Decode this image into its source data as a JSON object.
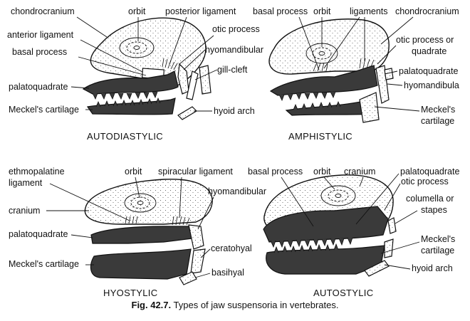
{
  "panels": {
    "autodiastylic": {
      "title": "AUTODIASTYLIC",
      "labels": {
        "chondrocranium": "chondrocranium",
        "orbit": "orbit",
        "posterior_ligament": "posterior ligament",
        "anterior_ligament": "anterior ligament",
        "otic_process": "otic process",
        "basal_process": "basal process",
        "hyomandibular": "hyomandibular",
        "gill_cleft": "gill-cleft",
        "palatoquadrate": "palatoquadrate",
        "meckels_cartilage": "Meckel's cartilage",
        "hyoid_arch": "hyoid arch"
      }
    },
    "amphistylic": {
      "title": "AMPHISTYLIC",
      "labels": {
        "basal_process": "basal process",
        "orbit": "orbit",
        "ligaments": "ligaments",
        "chondrocranium": "chondrocranium",
        "otic_process_or": "otic process or",
        "quadrate": "quadrate",
        "palatoquadrate": "palatoquadrate",
        "hyomandibula": "hyomandibula",
        "meckels": "Meckel's",
        "cartilage": "cartilage"
      }
    },
    "hyostylic": {
      "title": "HYOSTYLIC",
      "labels": {
        "ethmopalatine": "ethmopalatine",
        "ligament": "ligament",
        "orbit": "orbit",
        "spiracular_ligament": "spiracular ligament",
        "hyomandibular": "hyomandibular",
        "cranium": "cranium",
        "palatoquadrate": "palatoquadrate",
        "ceratohyal": "ceratohyal",
        "meckels_cartilage": "Meckel's cartilage",
        "basihyal": "basihyal"
      }
    },
    "autostylic": {
      "title": "AUTOSTYLIC",
      "labels": {
        "basal_process": "basal process",
        "orbit": "orbit",
        "cranium": "cranium",
        "palatoquadrate": "palatoquadrate",
        "otic_process": "otic process",
        "columella_or": "columella or",
        "stapes": "stapes",
        "meckels": "Meckel's",
        "cartilage": "cartilage",
        "hyoid_arch": "hyoid arch"
      }
    }
  },
  "caption": {
    "fig_number": "Fig. 42.7.",
    "text": "Types of jaw suspensoria in vertebrates."
  }
}
